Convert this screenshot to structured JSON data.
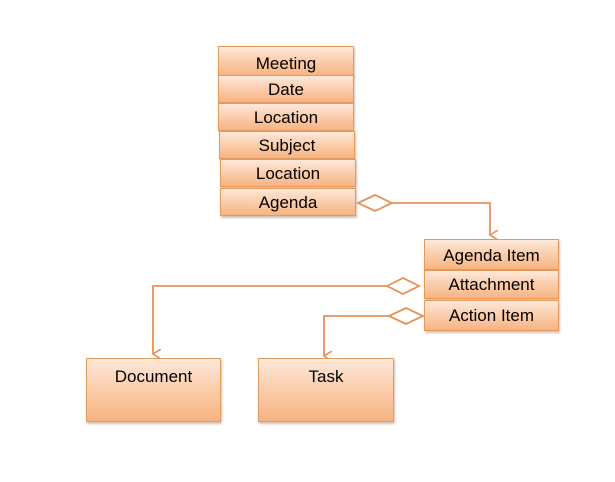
{
  "meeting_class": {
    "name": "Meeting",
    "attributes": [
      "Date",
      "Location",
      "Subject",
      "Location",
      "Agenda"
    ]
  },
  "agenda_item_class": {
    "name": "Agenda Item",
    "attributes": [
      "Attachment",
      "Action Item"
    ]
  },
  "document_class": {
    "name": "Document"
  },
  "task_class": {
    "name": "Task"
  },
  "colors": {
    "box_fill_top": "#fde9dc",
    "box_fill_bottom": "#f7b483",
    "box_border": "#e59a5c",
    "connector": "#e6915a"
  }
}
